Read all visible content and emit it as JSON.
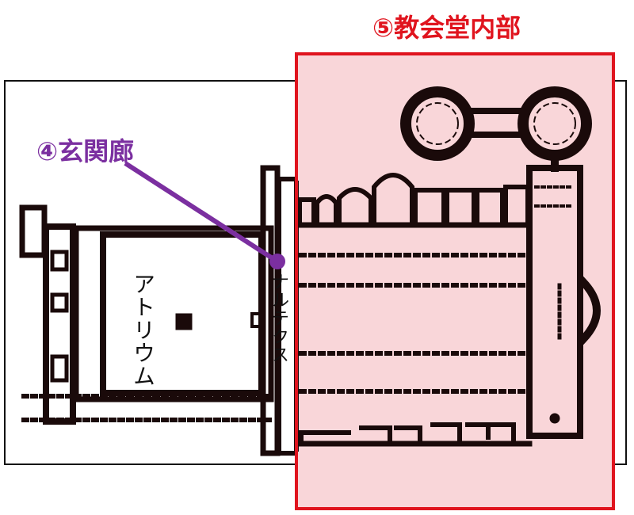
{
  "callouts": {
    "narthex_title": "④玄関廊",
    "nave_title": "⑤教会堂内部"
  },
  "plan_labels": {
    "atrium": "アトリウム",
    "narthex": "ナルテクス"
  },
  "colors": {
    "narthex_callout": "#7b2fa0",
    "nave_callout": "#e0141e",
    "nave_highlight_fill": "#f9d6d9",
    "plan_ink": "#1a0a0a"
  }
}
